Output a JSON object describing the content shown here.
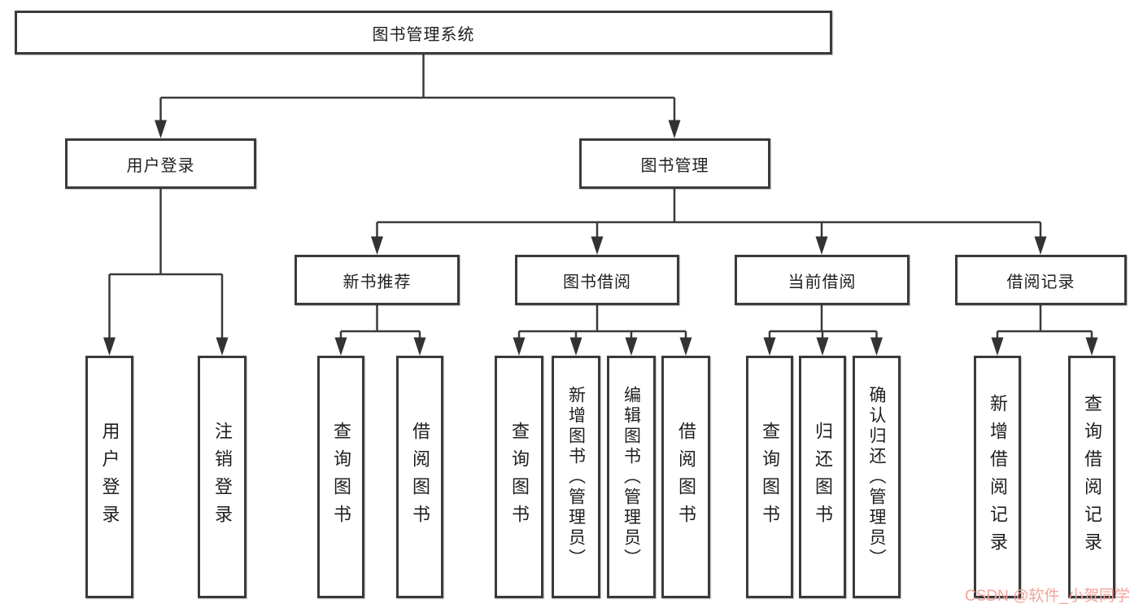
{
  "tree": {
    "root": {
      "label": "图书管理系统"
    },
    "branches": [
      {
        "label": "用户登录",
        "children": [
          {
            "label": "用户登录"
          },
          {
            "label": "注销登录"
          }
        ]
      },
      {
        "label": "图书管理",
        "children": [
          {
            "label": "新书推荐",
            "children": [
              {
                "label": "查询图书"
              },
              {
                "label": "借阅图书"
              }
            ]
          },
          {
            "label": "图书借阅",
            "children": [
              {
                "label": "查询图书"
              },
              {
                "label": "新增图书（管理员）"
              },
              {
                "label": "编辑图书（管理员）"
              },
              {
                "label": "借阅图书"
              }
            ]
          },
          {
            "label": "当前借阅",
            "children": [
              {
                "label": "查询图书"
              },
              {
                "label": "归还图书"
              },
              {
                "label": "确认归还（管理员）"
              }
            ]
          },
          {
            "label": "借阅记录",
            "children": [
              {
                "label": "新增借阅记录"
              },
              {
                "label": "查询借阅记录"
              }
            ]
          }
        ]
      }
    ]
  },
  "watermark": {
    "text": "CSDN @软件_小贺同学",
    "color": "#f4a49b"
  },
  "colors": {
    "line": "#3a3a3a",
    "box_border": "#3a3a3a",
    "box_bg": "#ffffff",
    "text": "#1f1f1f",
    "background": "#ffffff"
  }
}
